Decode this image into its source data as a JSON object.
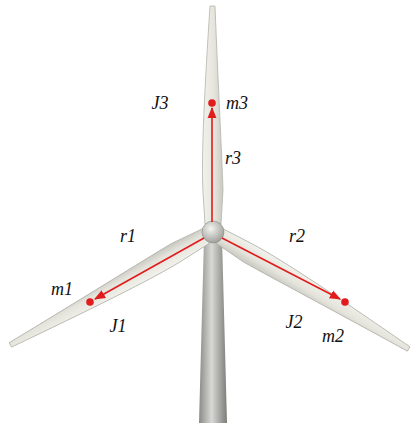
{
  "diagram": {
    "labels": [
      "J3",
      "m3",
      "r3",
      "r1",
      "r2",
      "m1",
      "J1",
      "J2",
      "m2"
    ]
  }
}
